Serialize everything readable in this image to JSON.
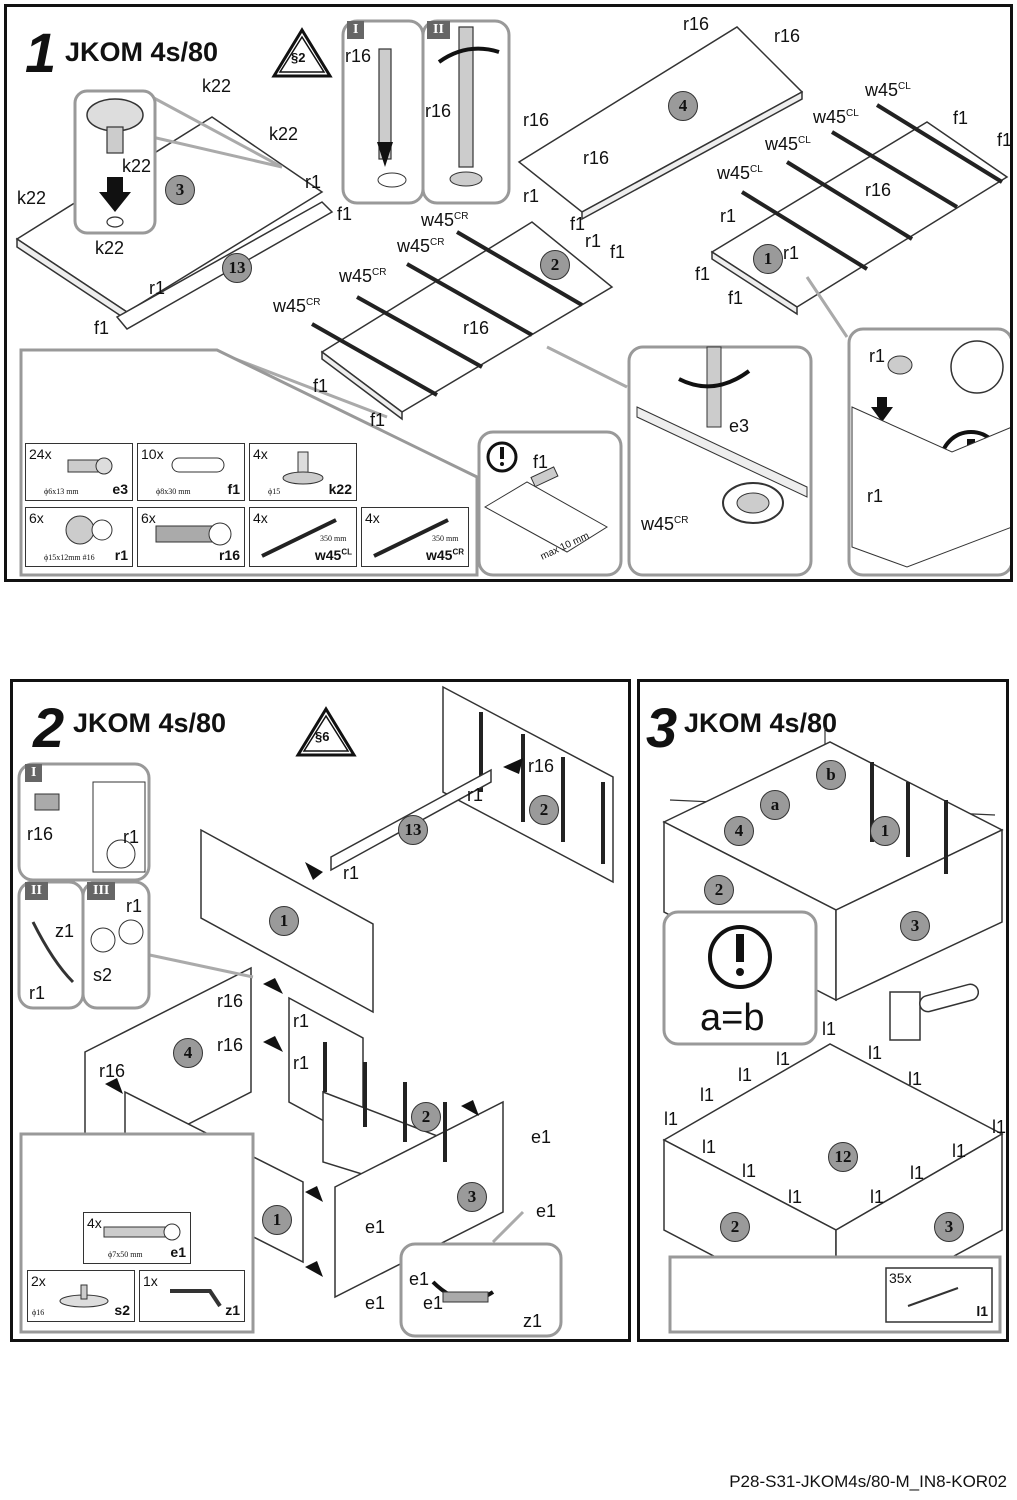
{
  "step1": {
    "number": "1",
    "title": "JKOM 4s/80",
    "warning": "§2",
    "roman_I": "I",
    "roman_II": "II",
    "panel_labels": [
      "4",
      "3",
      "13",
      "2",
      "1"
    ],
    "labels": {
      "k22a": "k22",
      "k22b": "k22",
      "k22c": "k22",
      "k22d": "k22",
      "k22e": "k22",
      "r1a": "r1",
      "r1b": "r1",
      "r1c": "r1",
      "r1d": "r1",
      "r1e": "r1",
      "r1f": "r1",
      "r1g": "r1",
      "r1h": "r1",
      "f1a": "f1",
      "f1b": "f1",
      "f1c": "f1",
      "f1d": "f1",
      "f1e": "f1",
      "f1f": "f1",
      "f1g": "f1",
      "f1h": "f1",
      "f1i": "f1",
      "f1j": "f1",
      "r16a": "r16",
      "r16b": "r16",
      "r16c": "r16",
      "r16d": "r16",
      "r16e": "r16",
      "r16f": "r16",
      "r16g": "r16",
      "r16h": "r16",
      "w45": "w45",
      "e3": "e3",
      "cr": "CR",
      "cl": "CL",
      "max": "max 10 mm"
    },
    "parts": [
      {
        "qty": "24x",
        "dim": "ϕ6x13 mm",
        "code": "e3",
        "sup": ""
      },
      {
        "qty": "10x",
        "dim": "ϕ8x30 mm",
        "code": "f1",
        "sup": ""
      },
      {
        "qty": "4x",
        "dim": "ϕ15",
        "code": "k22",
        "sup": ""
      },
      {
        "qty": "6x",
        "dim": "ϕ15x12mm #16",
        "code": "r1",
        "sup": ""
      },
      {
        "qty": "6x",
        "dim": "",
        "code": "r16",
        "sup": ""
      },
      {
        "qty": "4x",
        "dim": "350 mm",
        "code": "w45",
        "sup": "CL"
      },
      {
        "qty": "4x",
        "dim": "350 mm",
        "code": "w45",
        "sup": "CR"
      }
    ]
  },
  "step2": {
    "number": "2",
    "title": "JKOM 4s/80",
    "warning": "§6",
    "roman_I": "I",
    "roman_II": "II",
    "roman_III": "III",
    "panel_labels": [
      "2",
      "13",
      "1",
      "4",
      "2",
      "3",
      "1"
    ],
    "labels": {
      "r16a": "r16",
      "r16b": "r16",
      "r16c": "r16",
      "r16d": "r16",
      "r16e": "r16",
      "r1a": "r1",
      "r1b": "r1",
      "r1c": "r1",
      "r1d": "r1",
      "r1e": "r1",
      "r1f": "r1",
      "r1g": "r1",
      "z1a": "z1",
      "z1b": "z1",
      "s2": "s2",
      "e1a": "e1",
      "e1b": "e1",
      "e1c": "e1",
      "e1d": "e1",
      "e1e": "e1",
      "e1f": "e1"
    },
    "parts": [
      {
        "qty": "4x",
        "dim": "ϕ7x50 mm",
        "code": "e1"
      },
      {
        "qty": "2x",
        "dim": "ϕ16",
        "code": "s2"
      },
      {
        "qty": "1x",
        "dim": "",
        "code": "z1"
      }
    ]
  },
  "step3": {
    "number": "3",
    "title": "JKOM 4s/80",
    "panel_labels": [
      "b",
      "a",
      "4",
      "1",
      "2",
      "3",
      "12",
      "2",
      "3"
    ],
    "ab_text": "a=b",
    "nail_label": "l1",
    "parts": [
      {
        "qty": "35x",
        "code": "l1"
      }
    ]
  },
  "footer": "P28-S31-JKOM4s/80-M_IN8-KOR02"
}
